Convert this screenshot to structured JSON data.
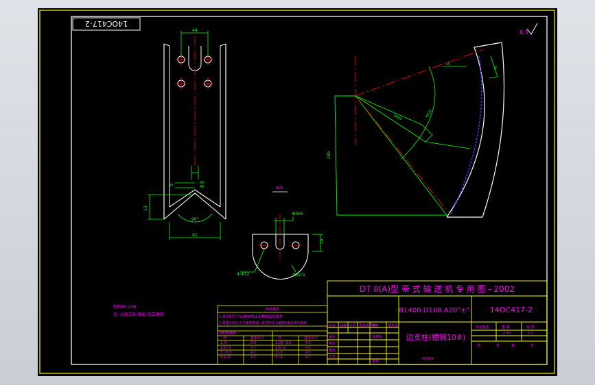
{
  "drawing": {
    "id_stamp": "14OC417-2",
    "roughness_symbol": "∇",
    "dimensions": {
      "top_width": "44",
      "side_h": "15",
      "bottom_h": "13",
      "bottom_w": "81",
      "angle": "90°",
      "small1": "60",
      "small2": "40",
      "view_label": "A向",
      "a_width": "ФR65",
      "a_height": "28",
      "holes": "4-Φ12",
      "r_dim": "R32.5",
      "radius_big": "R860",
      "radius_small": "R820",
      "height_side": "285",
      "angle_label": "A",
      "small_corner": "65"
    },
    "notes": {
      "line1": "就制图: 236",
      "line2": "注: 以改工标 图纸 加工横侧"
    },
    "title_block": {
      "main_title": "DT II(A)型   带 式 输 送 机 专 用 图 - 2002",
      "spec": "B1400.D108.A20°±°",
      "drawing_no": "14OC417-2",
      "part_name": "边支柱(槽钢10#)",
      "material": "Q235A",
      "mark_header": "标记标志",
      "weight_header": "重 量",
      "scale_header": "比 例",
      "weight_val": "2.79",
      "scale_val": "1:2",
      "sheet_total": "共",
      "sheet_label": "张",
      "sheet_no": "第",
      "sheet_label2": "张",
      "header_row": [
        "标记",
        "处数",
        "分区",
        "更改文件号",
        "签名",
        "年月日"
      ],
      "roles": [
        "设计",
        "校对",
        "审核",
        "工艺"
      ],
      "role_extra": [
        "标准化",
        "批准"
      ]
    },
    "tech_table": {
      "title": "技术要求",
      "line1": "1.未注明尺寸公差按IT14,组焦按图纸要求",
      "line2": "2.单重1400 3-135表安装, 未注形位公差按GB1184-B96",
      "head": "材料明细表",
      "cols": [
        "材",
        "基本尺寸",
        "材",
        "基本尺寸"
      ],
      "rows": [
        [
          "1.7t",
          "2.5",
          "1.08~1.6",
          "4.1"
        ],
        [
          "1.8~3",
          "3.7",
          "1.6~2",
          "4.3"
        ],
        [
          "3.~5.5",
          "4.1",
          "2~3",
          "4.5"
        ],
        [
          "5.5~8",
          "4.5",
          "3~4",
          "4.7"
        ]
      ]
    }
  },
  "colors": {
    "bg": "#000000",
    "frame": "#ffffff",
    "tb_line": "#ffff00",
    "dim": "#00ff00",
    "part": "#ffffff",
    "center": "#ff0000",
    "text": "#ff00ff",
    "blue": "#3a3aff"
  }
}
